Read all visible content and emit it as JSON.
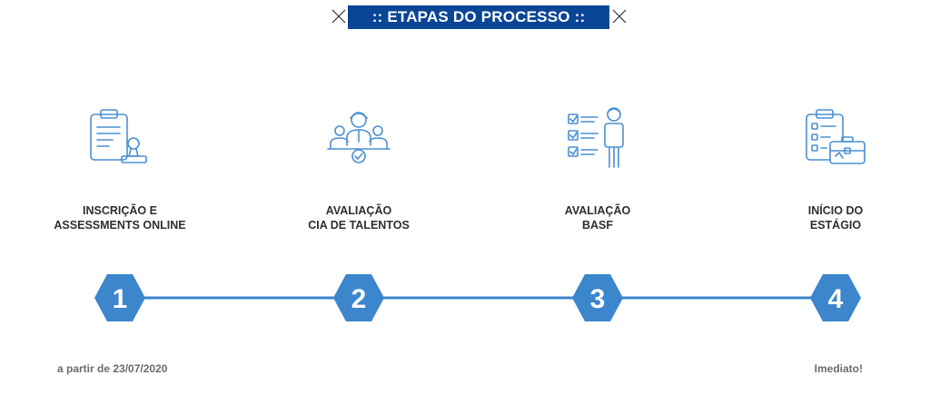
{
  "header": {
    "title": ":: ETAPAS DO PROCESSO ::",
    "accent_color": "#0b4596"
  },
  "steps": [
    {
      "number": "1",
      "label_line1": "INSCRIÇÃO E",
      "label_line2": "ASSESSMENTS ONLINE",
      "icon": "clipboard-stamp-icon"
    },
    {
      "number": "2",
      "label_line1": "AVALIAÇÃO",
      "label_line2": "CIA DE TALENTOS",
      "icon": "team-approval-icon"
    },
    {
      "number": "3",
      "label_line1": "AVALIAÇÃO",
      "label_line2": "BASF",
      "icon": "checklist-person-icon"
    },
    {
      "number": "4",
      "label_line1": "INÍCIO DO",
      "label_line2": "ESTÁGIO",
      "icon": "clipboard-briefcase-icon"
    }
  ],
  "timeline": {
    "color": "#3b86cc",
    "start_note": "a partir de 23/07/2020",
    "end_note": "Imediato!"
  }
}
